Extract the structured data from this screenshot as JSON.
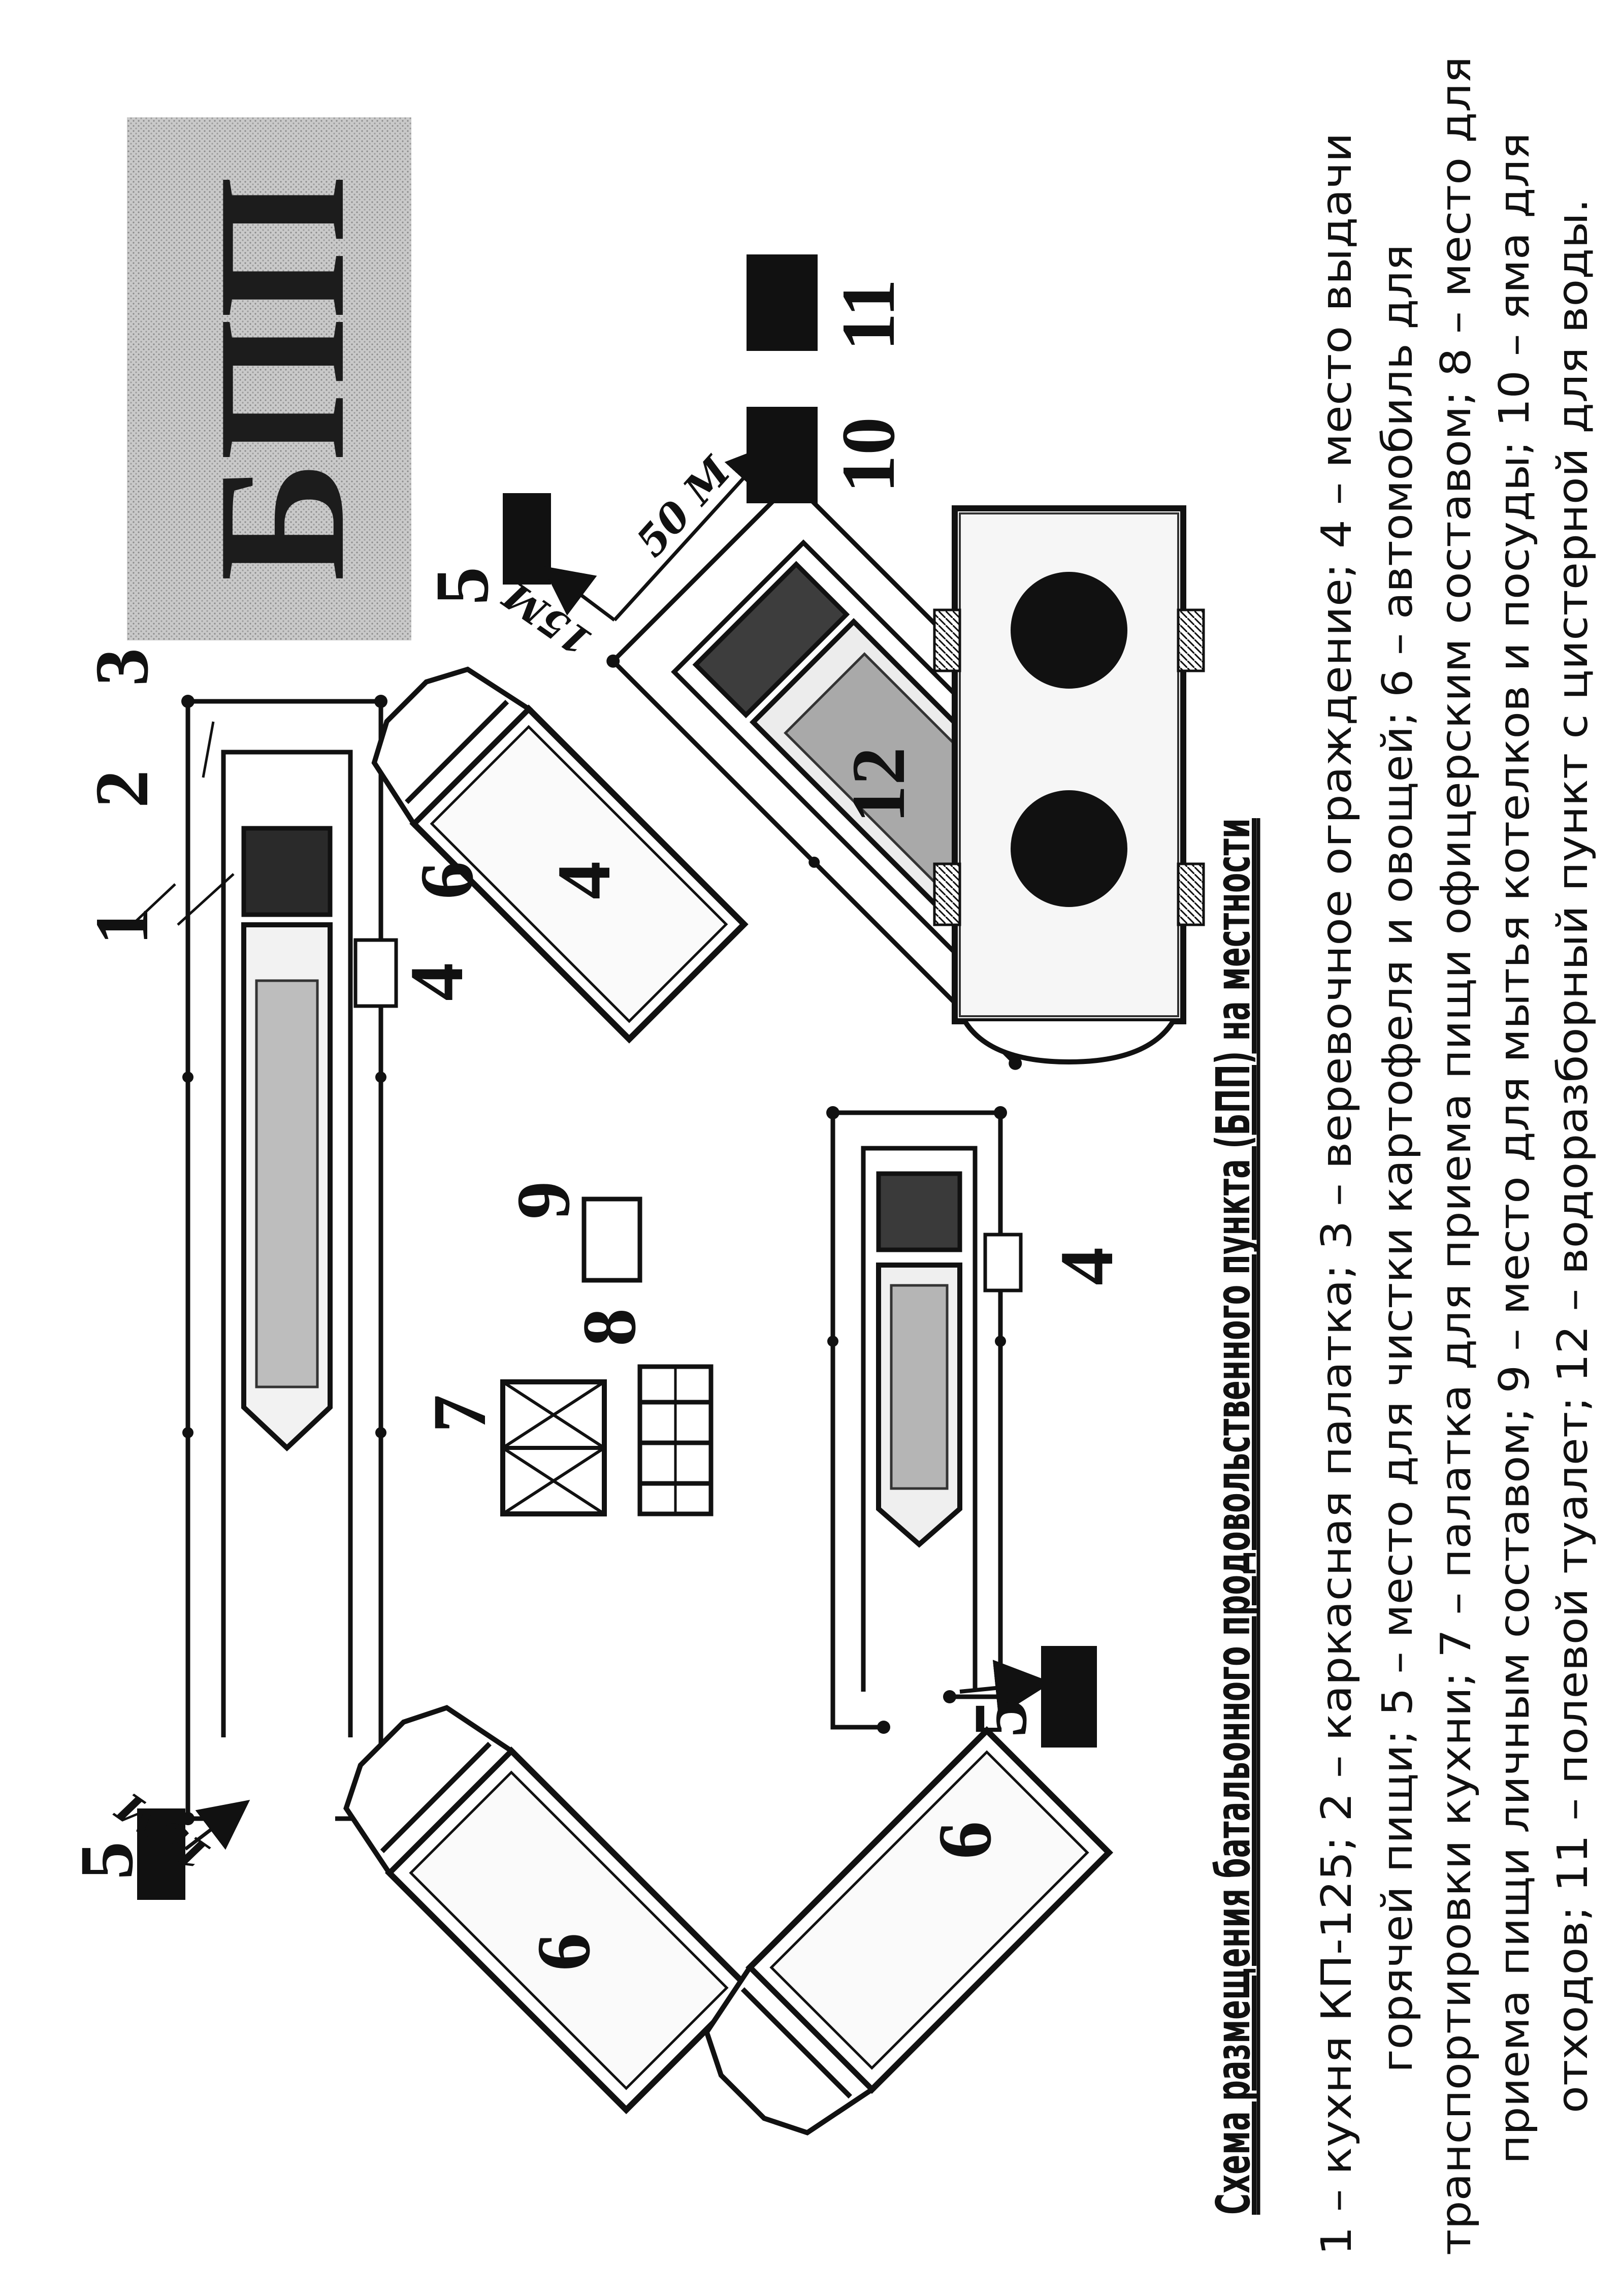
{
  "badge": {
    "text": "БПП"
  },
  "title": "Схема размещения батальонного продовольственного пункта (БПП) на местности",
  "legend_lines": [
    "1 – кухня КП-125; 2 – каркасная палатка; 3 – веревочное ограждение; 4 – место выдачи",
    "горячей пищи; 5 – место для чистки картофеля и овощей; 6 – автомобиль для",
    "транспортировки кухни; 7 – палатка для приема пищи офицерским составом; 8 – место для",
    "приема пищи личным составом; 9 – место для мытья котелков и посуды; 10 – яма для",
    "отходов; 11 – полевой туалет; 12 – водоразборный пункт с цистерной для воды."
  ],
  "labels": {
    "n1": "1",
    "n2": "2",
    "n3": "3",
    "n4a": "4",
    "n4b": "4",
    "n4c": "4",
    "n5a": "5",
    "n5b": "5",
    "n5c": "5",
    "n6a": "6",
    "n6b": "6",
    "n6c": "6",
    "n7": "7",
    "n8": "8",
    "n9": "9",
    "n10": "10",
    "n11": "11",
    "n12": "12"
  },
  "distances": {
    "d15a": "15М",
    "d15b": "15М",
    "d50": "50 М"
  }
}
